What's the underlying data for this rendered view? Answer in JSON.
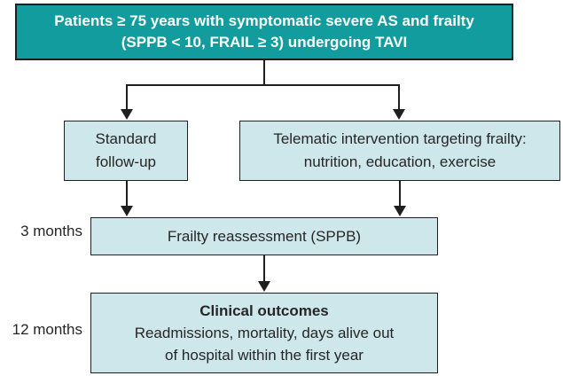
{
  "diagram": {
    "top_box": {
      "line1": "Patients ≥ 75 years with symptomatic severe AS and frailty",
      "line2": "(SPPB < 10, FRAIL ≥ 3) undergoing TAVI"
    },
    "left_box": {
      "line1": "Standard",
      "line2": "follow-up"
    },
    "right_box": {
      "line1": "Telematic intervention targeting frailty:",
      "line2": "nutrition, education, exercise"
    },
    "reassessment_box": {
      "label": "Frailty reassessment (SPPB)"
    },
    "outcomes_box": {
      "title": "Clinical outcomes",
      "line1": "Readmissions, mortality, days alive out",
      "line2": "of hospital within the first year"
    },
    "timeline_labels": {
      "three_months": "3 months",
      "twelve_months": "12 months"
    },
    "colors": {
      "primary_teal": "#129C9E",
      "light_teal": "#CEE7EA",
      "border_dark": "#1F1F1F",
      "text_dark": "#262626",
      "text_light": "#FFFFFF"
    }
  }
}
